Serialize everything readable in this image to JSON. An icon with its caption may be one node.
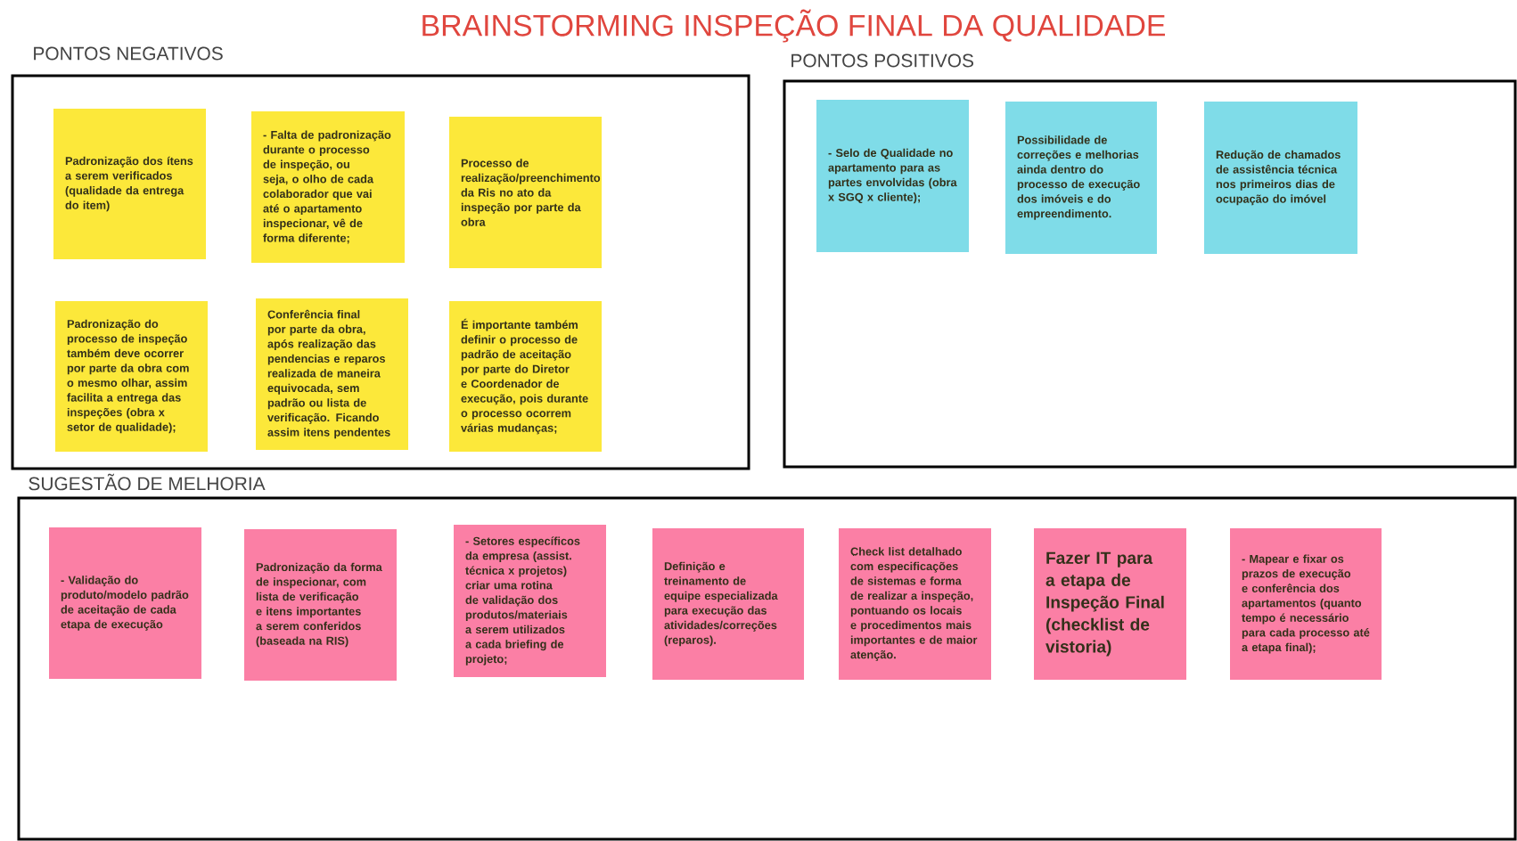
{
  "diagram": {
    "title": "BRAINSTORMING INSPEÇÃO FINAL DA QUALIDADE",
    "nodes": [
      {
        "text": [
          "PONTOS NEGATIVOS"
        ]
      },
      {
        "text": [
          "Padronização dos ítens a serem verificados (qualidade da entrega do item)"
        ],
        "in": 0
      },
      {
        "text": [
          "- Falta de padronização durante o processo de inspeção, ou seja, o olho de cada colaborador que vai até o apartamento inspecionar, vê de forma diferente;"
        ],
        "in": 0
      },
      {
        "text": [
          "Processo de realização/preenchimento da Ris no ato da inspeção por parte da obra"
        ],
        "in": 0
      },
      {
        "text": [
          "Padronização do processo de inspeção também deve ocorrer por parte da obra com o mesmo olhar, assim facilita a entrega das inspeções (obra x setor de qualidade);"
        ],
        "in": 0
      },
      {
        "text": [
          "Conferência final por parte da obra, após realização das pendencias e reparos realizada de maneira equivocada, sem padrão ou lista de verificação. Ficando assim itens pendentes"
        ],
        "in": 0
      },
      {
        "text": [
          "É importante também definir o processo de padrão de aceitação por parte do Diretor e Coordenador de execução, pois durante o processo ocorrem várias mudanças;"
        ],
        "in": 0
      },
      {
        "text": [
          "PONTOS POSITIVOS"
        ]
      },
      {
        "text": [
          "- Selo de Qualidade no apartamento para as partes envolvidas (obra x SGQ x cliente);"
        ],
        "in": 7
      },
      {
        "text": [
          "Possibilidade de correções e melhorias ainda dentro do processo de execução dos imóveis e do empreendimento."
        ],
        "in": 7
      },
      {
        "text": [
          "Redução de chamados de assistência técnica nos primeiros dias de ocupação do imóvel"
        ],
        "in": 7
      },
      {
        "text": [
          "SUGESTÃO DE MELHORIA"
        ]
      },
      {
        "text": [
          "- Validação do produto/modelo padrão de aceitação de cada etapa de execução"
        ],
        "in": 11
      },
      {
        "text": [
          "Padronização da forma de inspecionar, com lista de verificação e itens importantes a serem conferidos (baseada na RIS)"
        ],
        "in": 11
      },
      {
        "text": [
          "- Setores específicos da empresa (assist. técnica x projetos) criar uma rotina de validação dos produtos/materiais a serem utilizados a cada briefing de projeto;"
        ],
        "in": 11
      },
      {
        "text": [
          "Definição e treinamento de equipe especializada para execução das atividades/correções (reparos)."
        ],
        "in": 11
      },
      {
        "text": [
          "Check list detalhado com especificações de sistemas e forma de realizar a inspeção, pontuando os locais e procedimentos mais importantes e de maior atenção."
        ],
        "in": 11
      },
      {
        "text": [
          "Fazer IT para a etapa de Inspeção Final (checklist de vistoria)"
        ],
        "in": 11
      },
      {
        "text": [
          "- Mapear e fixar os prazos de execução e conferência dos apartamentos (quanto tempo é necessário para cada processo até a etapa final);"
        ],
        "in": 11
      }
    ],
    "edges": []
  }
}
